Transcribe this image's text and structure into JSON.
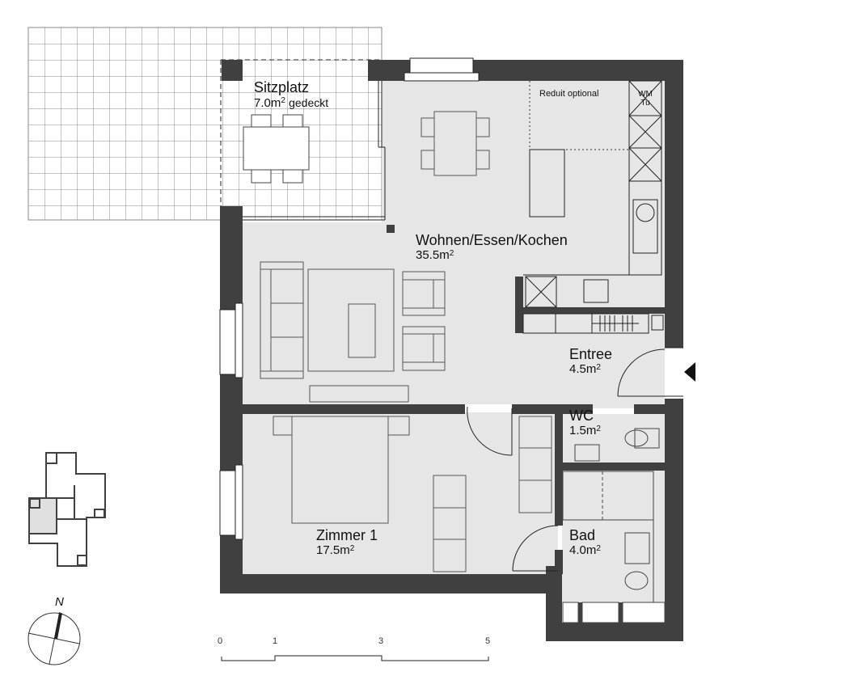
{
  "colors": {
    "wall": "#404040",
    "floor": "#e6e6e6",
    "line": "#333333",
    "grid": "#8a8a8a",
    "background": "#ffffff"
  },
  "rooms": {
    "sitzplatz": {
      "name": "Sitzplatz",
      "area": "7.0m",
      "sup": "2",
      "note": "gedeckt"
    },
    "wohnen": {
      "name": "Wohnen/Essen/Kochen",
      "area": "35.5m",
      "sup": "2"
    },
    "entree": {
      "name": "Entree",
      "area": "4.5m",
      "sup": "2"
    },
    "wc": {
      "name": "WC",
      "area": "1.5m",
      "sup": "2"
    },
    "zimmer1": {
      "name": "Zimmer 1",
      "area": "17.5m",
      "sup": "2"
    },
    "bad": {
      "name": "Bad",
      "area": "4.0m",
      "sup": "2"
    }
  },
  "annotations": {
    "reduit": "Reduit optional",
    "wm": "WM",
    "tu": "Tu"
  },
  "scale_bar": {
    "ticks": [
      "0",
      "1",
      "3",
      "5"
    ]
  },
  "compass": {
    "label": "N"
  },
  "entrance_marker": "entrance-arrow"
}
